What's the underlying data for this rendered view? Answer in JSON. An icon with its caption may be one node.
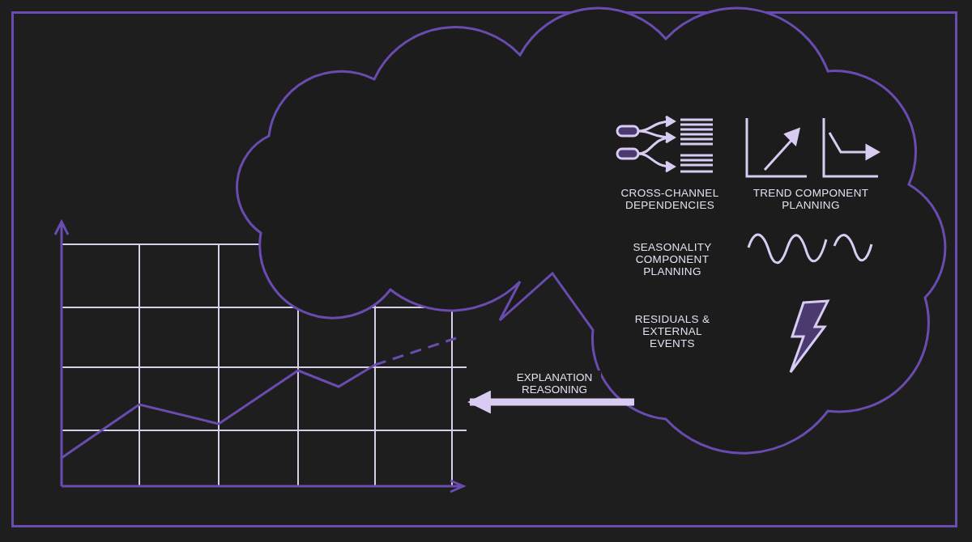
{
  "diagram": {
    "nodes": [
      {
        "text": [],
        "shape": "cloud"
      },
      {
        "text": [],
        "shape": "picture"
      }
    ],
    "edges": [
      {
        "from": 0,
        "to": 1,
        "arrow": "to",
        "label": "EXPLANATION REASONING"
      }
    ],
    "labels": [
      "CROSS-CHANNEL DEPENDENCIES",
      "TREND COMPONENT PLANNING",
      "SEASONALITY COMPONENT PLANNING",
      "RESIDUALS & EXTERNAL EVENTS"
    ]
  }
}
